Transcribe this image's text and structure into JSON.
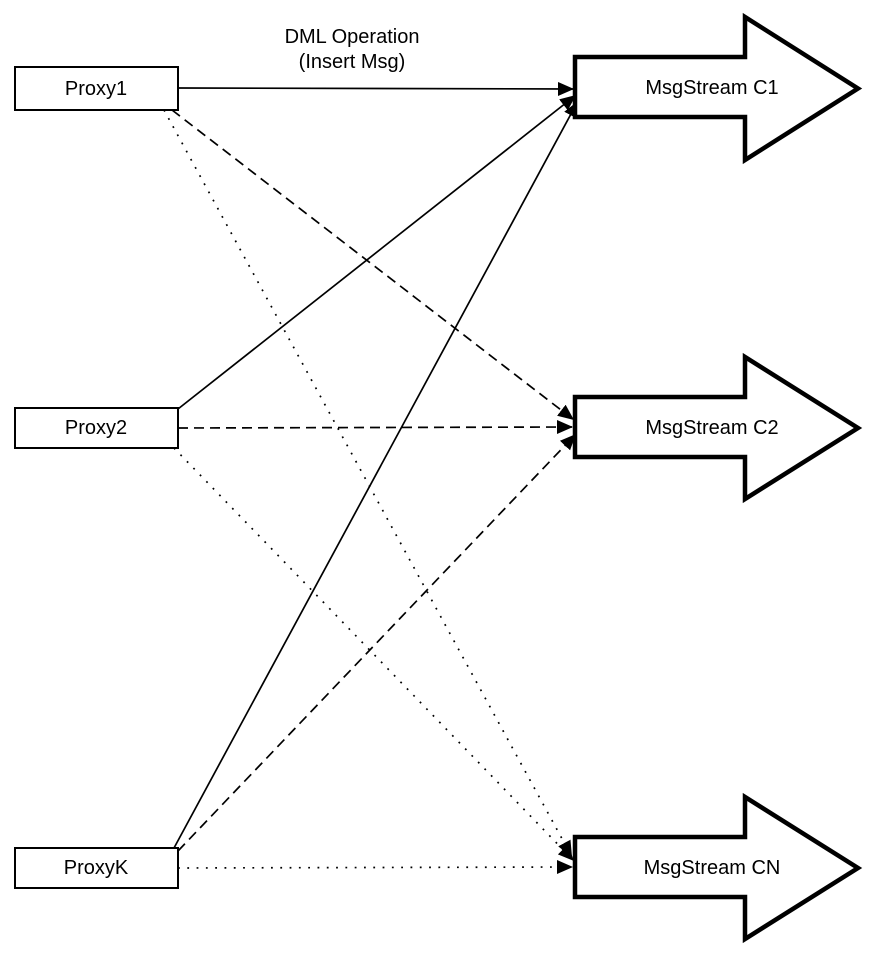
{
  "diagram": {
    "background_color": "#ffffff",
    "stroke_color": "#000000",
    "top_label": {
      "line1": "DML Operation",
      "line2": "(Insert Msg)"
    },
    "proxies": [
      {
        "id": "proxy1",
        "label": "Proxy1"
      },
      {
        "id": "proxy2",
        "label": "Proxy2"
      },
      {
        "id": "proxyk",
        "label": "ProxyK"
      }
    ],
    "streams": [
      {
        "id": "c1",
        "label": "MsgStream C1"
      },
      {
        "id": "c2",
        "label": "MsgStream C2"
      },
      {
        "id": "cn",
        "label": "MsgStream CN"
      }
    ],
    "connections": [
      {
        "from": "proxy1",
        "to": "c1",
        "style": "solid"
      },
      {
        "from": "proxy2",
        "to": "c1",
        "style": "solid"
      },
      {
        "from": "proxyk",
        "to": "c1",
        "style": "solid"
      },
      {
        "from": "proxy1",
        "to": "c2",
        "style": "dashed"
      },
      {
        "from": "proxy2",
        "to": "c2",
        "style": "dashed"
      },
      {
        "from": "proxyk",
        "to": "c2",
        "style": "dashed"
      },
      {
        "from": "proxy1",
        "to": "cn",
        "style": "dotted"
      },
      {
        "from": "proxy2",
        "to": "cn",
        "style": "dotted"
      },
      {
        "from": "proxyk",
        "to": "cn",
        "style": "dotted"
      }
    ]
  }
}
